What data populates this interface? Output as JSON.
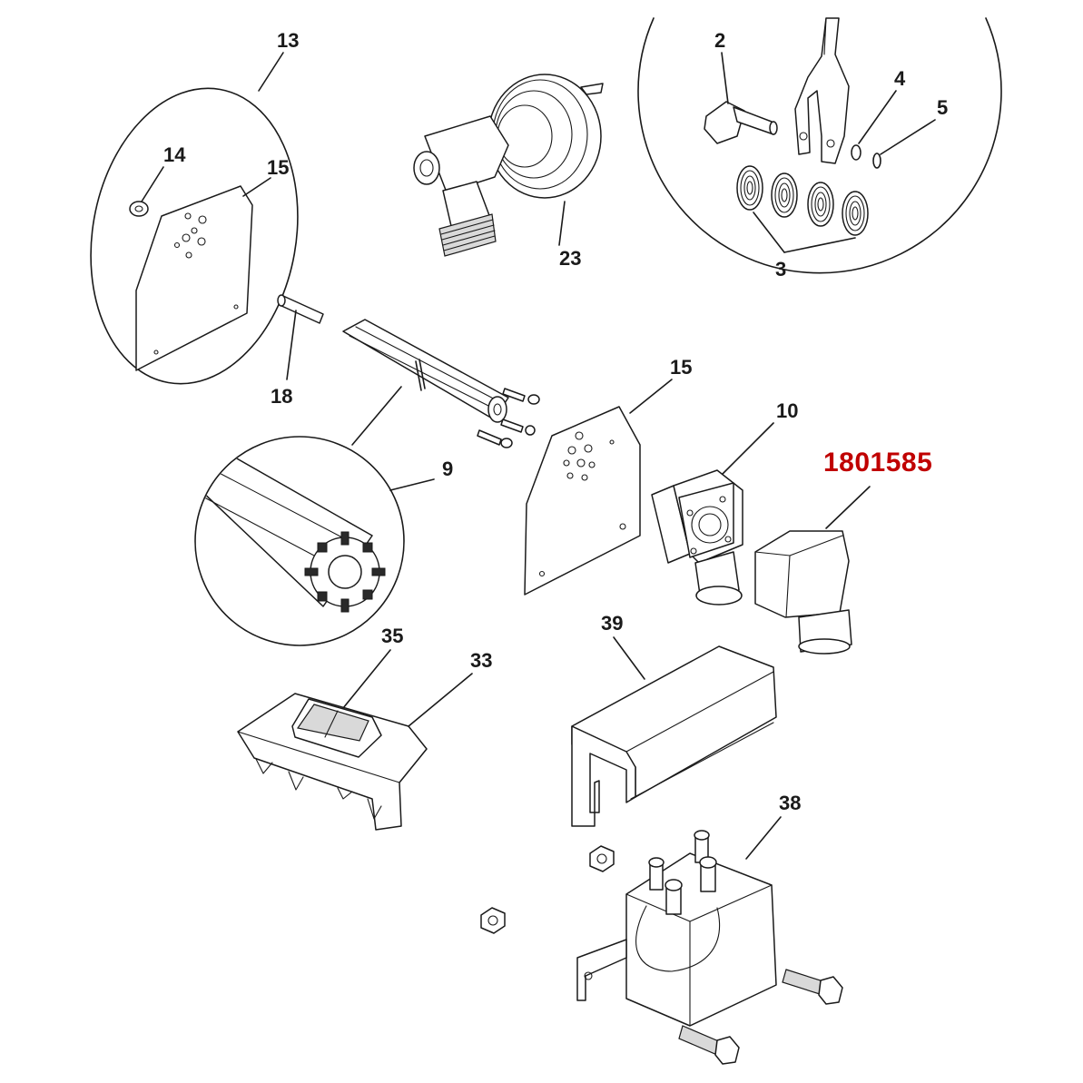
{
  "colors": {
    "ink": "#1a1a1a",
    "highlight": "#c00000",
    "background": "#ffffff"
  },
  "callouts": {
    "c13": "13",
    "c14": "14",
    "c15a": "15",
    "c18": "18",
    "c23": "23",
    "c2": "2",
    "c4": "4",
    "c5": "5",
    "c3": "3",
    "c15b": "15",
    "c10": "10",
    "c9": "9",
    "c1801585": "1801585",
    "c39": "39",
    "c35": "35",
    "c33": "33",
    "c38": "38"
  }
}
